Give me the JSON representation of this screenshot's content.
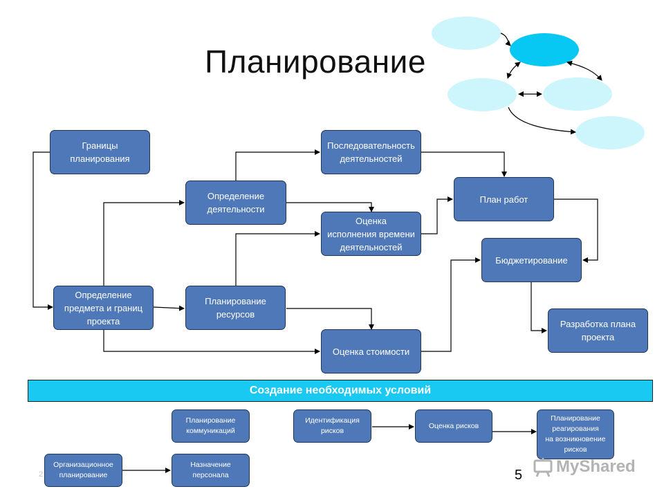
{
  "slide": {
    "title": "Планирование",
    "page_number": "5",
    "slide_index_fragment": "2"
  },
  "diagram": {
    "boxes": {
      "planning_scope": "Границы\nпланирования",
      "activity_sequencing": "Последовательность\nдеятельностей",
      "activity_definition": "Определение\nдеятельности",
      "work_plan": "План работ",
      "time_estimation": "Оценка\nисполнения времени\nдеятельностей",
      "budgeting": "Бюджетирование",
      "scope_definition": "Определение\nпредмета и границ\nпроекта",
      "resource_planning": "Планирование\nресурсов",
      "plan_development": "Разработка плана\nпроекта",
      "cost_estimation": "Оценка стоимости"
    },
    "banner": "Создание необходимых условий",
    "support_boxes": {
      "communications_planning": "Планирование\nкоммуникаций",
      "risk_identification": "Идентификация\nрисков",
      "risk_assessment": "Оценка рисков",
      "risk_response_planning": "Планирование\nреагирования\nна возникновение\nрисков",
      "organizational_planning": "Организационное\nпланирование",
      "staff_assignment": "Назначение\nперсонала"
    }
  },
  "watermark": {
    "text": "MyShared",
    "icon": "presentation-board-icon"
  },
  "colors": {
    "box_fill": "#4f78b8",
    "box_border": "#1f3557",
    "banner_fill": "#19c9f2",
    "ellipse_light": "#ccf5fc",
    "ellipse_strong": "#06c8f2"
  }
}
